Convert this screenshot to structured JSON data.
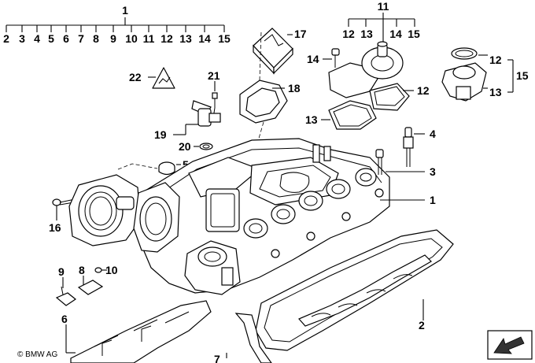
{
  "title_numbers": {
    "group1": {
      "main": "1",
      "subs": [
        "2",
        "3",
        "4",
        "5",
        "6",
        "7",
        "8",
        "9",
        "10",
        "11",
        "12",
        "13",
        "14",
        "15"
      ]
    },
    "group11": {
      "main": "11",
      "subs": [
        "12",
        "13",
        "14",
        "15"
      ]
    }
  },
  "callouts": {
    "c17": "17",
    "c22": "22",
    "c21": "21",
    "c18": "18",
    "c19": "19",
    "c20": "20",
    "c5": "5",
    "c16": "16",
    "c14": "14",
    "c12a": "12",
    "c13a": "13",
    "c12b": "12",
    "c15": "15",
    "c13b": "13",
    "c4": "4",
    "c3": "3",
    "c1": "1",
    "c9": "9",
    "c8": "8",
    "c10": "10",
    "c6": "6",
    "c2": "2",
    "c7": "7"
  },
  "copyright": "© BMW AG",
  "icons": [
    "valve-cover-part",
    "gasket-part",
    "oil-cap-part",
    "sensor-part",
    "bolt-part",
    "direction-arrow-icon"
  ]
}
